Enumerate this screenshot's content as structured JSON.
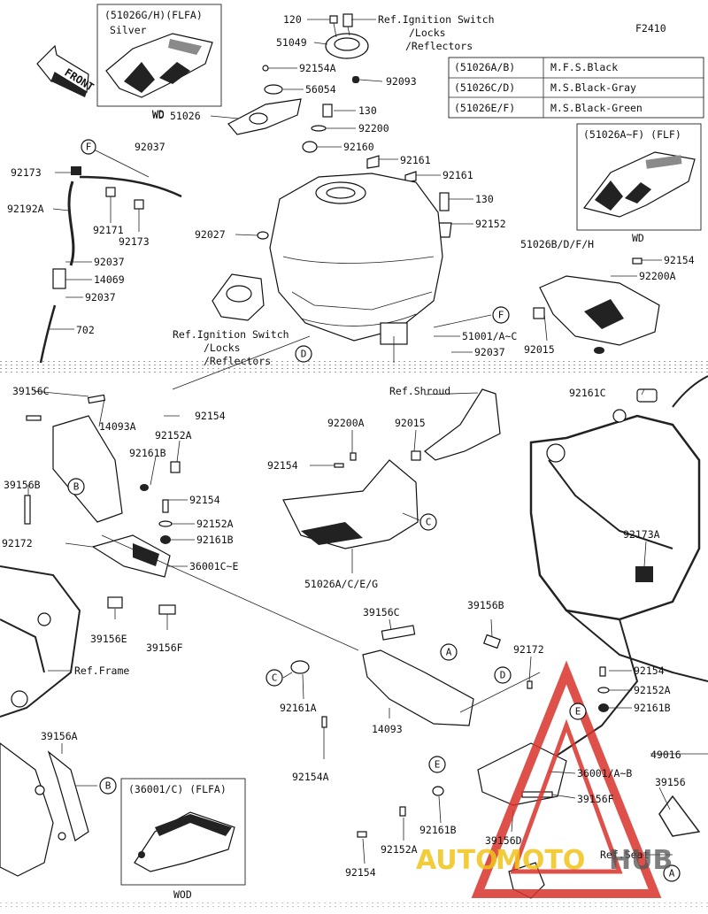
{
  "figure_code": "F2410",
  "front_label": "FRONT",
  "watermark": {
    "brand_left": "AUTO",
    "brand_mid": "MOTO",
    "brand_right": "HUB",
    "color_red": "#d9332b",
    "color_yellow": "#f0c419"
  },
  "color_table": [
    {
      "code": "(51026A/B)",
      "color": "M.F.S.Black"
    },
    {
      "code": "(51026C/D)",
      "color": "M.S.Black-Gray"
    },
    {
      "code": "(51026E/F)",
      "color": "M.S.Black-Green"
    }
  ],
  "insets": {
    "top_left": {
      "title": "(51026G/H)(FLFA)",
      "subtitle": "Silver",
      "caption": "WD"
    },
    "right": {
      "title": "(51026A~F) (FLF)",
      "caption": "WD"
    },
    "bottom": {
      "title": "(36001/C) (FLFA)",
      "caption": "WOD"
    }
  },
  "labels": [
    "120",
    "Ref.Ignition Switch",
    "/Locks",
    "/Reflectors",
    "51049",
    "92154A",
    "92093",
    "56054",
    "WD",
    "51026",
    "130",
    "92200",
    "92160",
    "92161",
    "92161",
    "92037",
    "92173",
    "92192A",
    "92171",
    "92173",
    "92037",
    "14069",
    "92037",
    "702",
    "92027",
    "130",
    "92152",
    "51026B/D/F/H",
    "92154",
    "92200A",
    "Ref.Ignition Switch",
    "/Locks",
    "/Reflectors",
    "51001/A~C",
    "92037",
    "92015",
    "92161C",
    "39156C",
    "14093A",
    "92154",
    "92152A",
    "92161B",
    "39156B",
    "92154",
    "92152A",
    "92161B",
    "92172",
    "36001C~E",
    "39156E",
    "39156F",
    "Ref.Frame",
    "39156A",
    "Ref.Shroud",
    "92200A",
    "92015",
    "92154",
    "51026A/C/E/G",
    "92173A",
    "39156C",
    "39156B",
    "92172",
    "92161A",
    "14093",
    "92154A",
    "92154",
    "92152A",
    "92161B",
    "49016",
    "36001/A~B",
    "39156",
    "39156F",
    "39156D",
    "92161B",
    "92152A",
    "92154",
    "Ref.Seat"
  ],
  "callouts": [
    "F",
    "F",
    "D",
    "B",
    "C",
    "C",
    "A",
    "D",
    "E",
    "E",
    "B",
    "A"
  ]
}
